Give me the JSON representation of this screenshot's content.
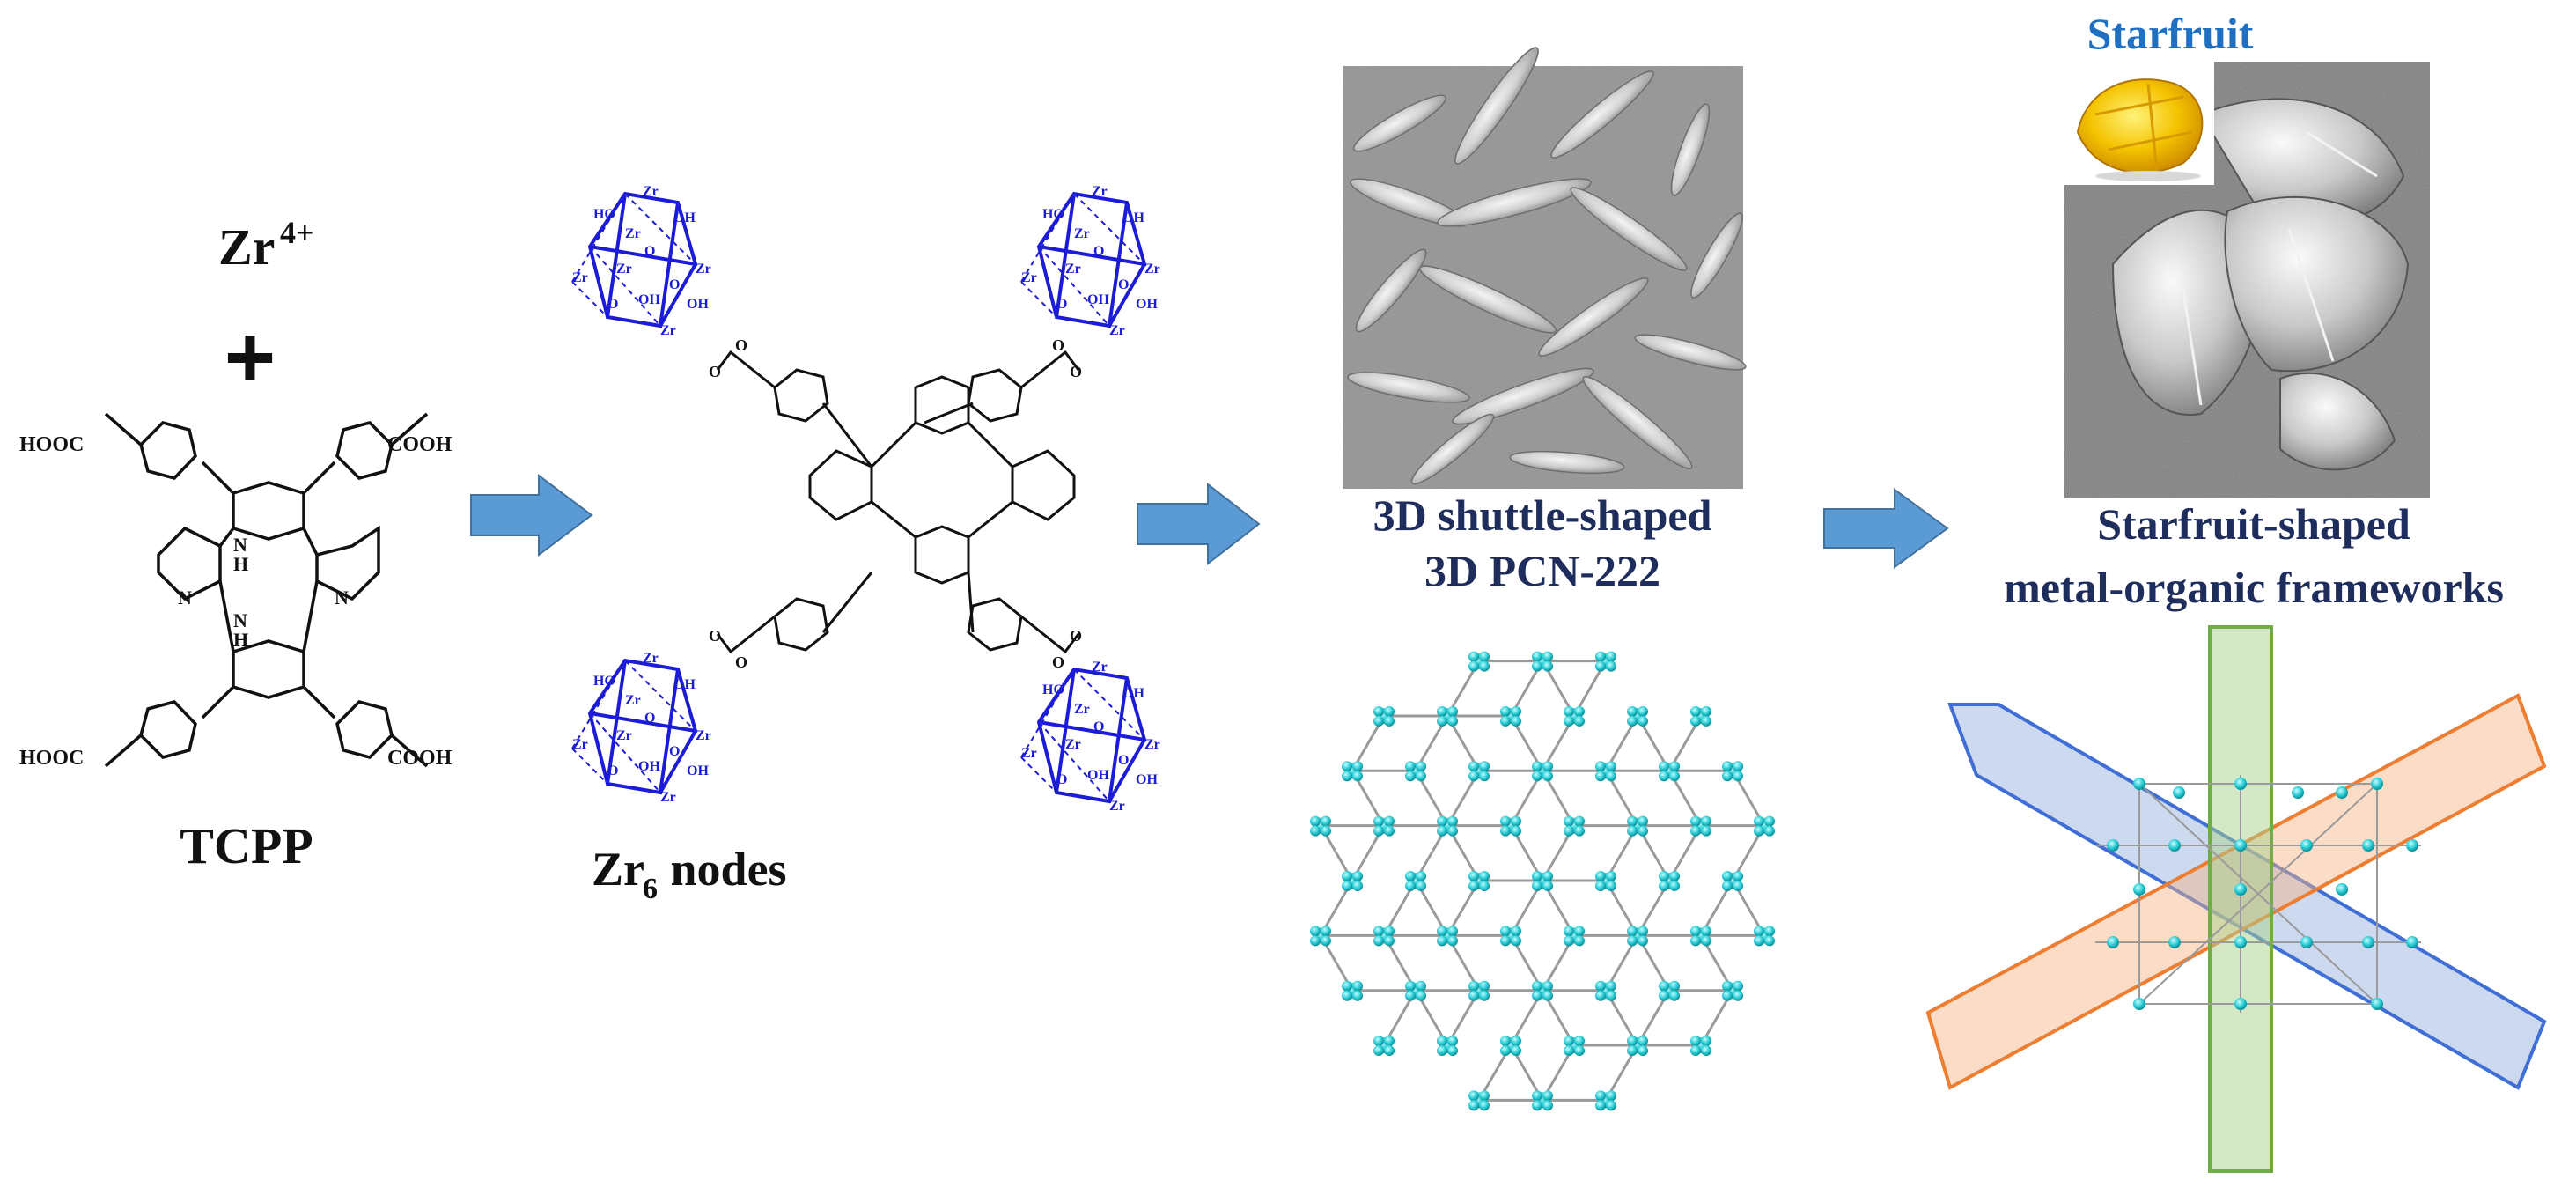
{
  "reagents": {
    "zr_ion_base": "Zr",
    "zr_ion_sup": "4+",
    "plus": "+"
  },
  "tcpp": {
    "name": "TCPP",
    "substituents": [
      "HOOC",
      "COOH",
      "HOOC",
      "COOH"
    ],
    "pyrrole_nh": [
      "N",
      "H",
      "N",
      "H"
    ],
    "pyrrole_n": [
      "N",
      "N"
    ]
  },
  "nodes": {
    "label_base": "Zr",
    "label_sub": "6",
    "label_rest": " nodes",
    "cluster_atoms": [
      "HO",
      "Zr",
      "OH",
      "Zr",
      "O",
      "Zr",
      "Zr",
      "O",
      "OH",
      "Zr",
      "Zr",
      "O",
      "OH"
    ],
    "carboxylate_o": [
      "O",
      "O"
    ]
  },
  "pcn": {
    "line1": "3D shuttle-shaped",
    "line2": "3D PCN-222",
    "sem_image": "sem-micrograph-shuttle-crystals"
  },
  "starfruit": {
    "photo_label": "Starfruit",
    "line1": "Starfruit-shaped",
    "line2": "metal-organic frameworks",
    "sem_image": "sem-micrograph-starfruit-crystals"
  },
  "arrows": [
    "arrow-right-icon",
    "arrow-right-icon",
    "arrow-right-icon"
  ],
  "colors": {
    "arrow_fill": "#5b9bd5",
    "arrow_stroke": "#41719c",
    "cluster_blue": "#1c1cd8",
    "node_cyan": "#2fd0d8",
    "navy_text": "#1f2d5c",
    "starfruit_blue": "#1f6fc3",
    "plane_blue": "#8faadc",
    "plane_orange": "#f4b183",
    "plane_green": "#a9d18e"
  }
}
